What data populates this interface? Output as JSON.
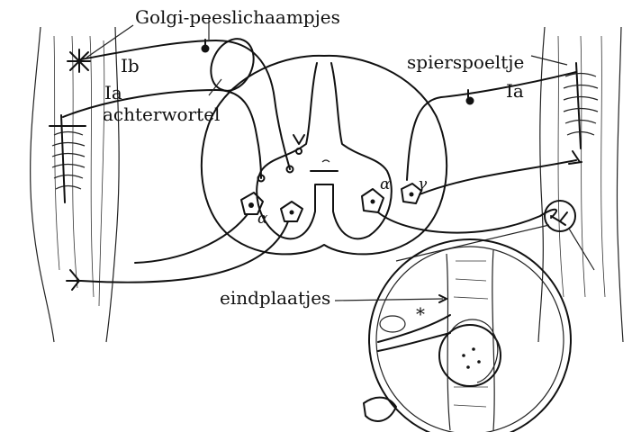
{
  "labels": {
    "golgi": "Golgi-peeslichaampjes",
    "ib": "Ib",
    "ia_left": "Ia",
    "achterwortel": "achterwortel",
    "spierspoeltje": "spierspoeltje",
    "ia_right": "Ia",
    "alpha_left": "α",
    "alpha_right": "α",
    "gamma": "γ",
    "eindplaatjes": "eindplaatjes",
    "asterisk": "*"
  }
}
